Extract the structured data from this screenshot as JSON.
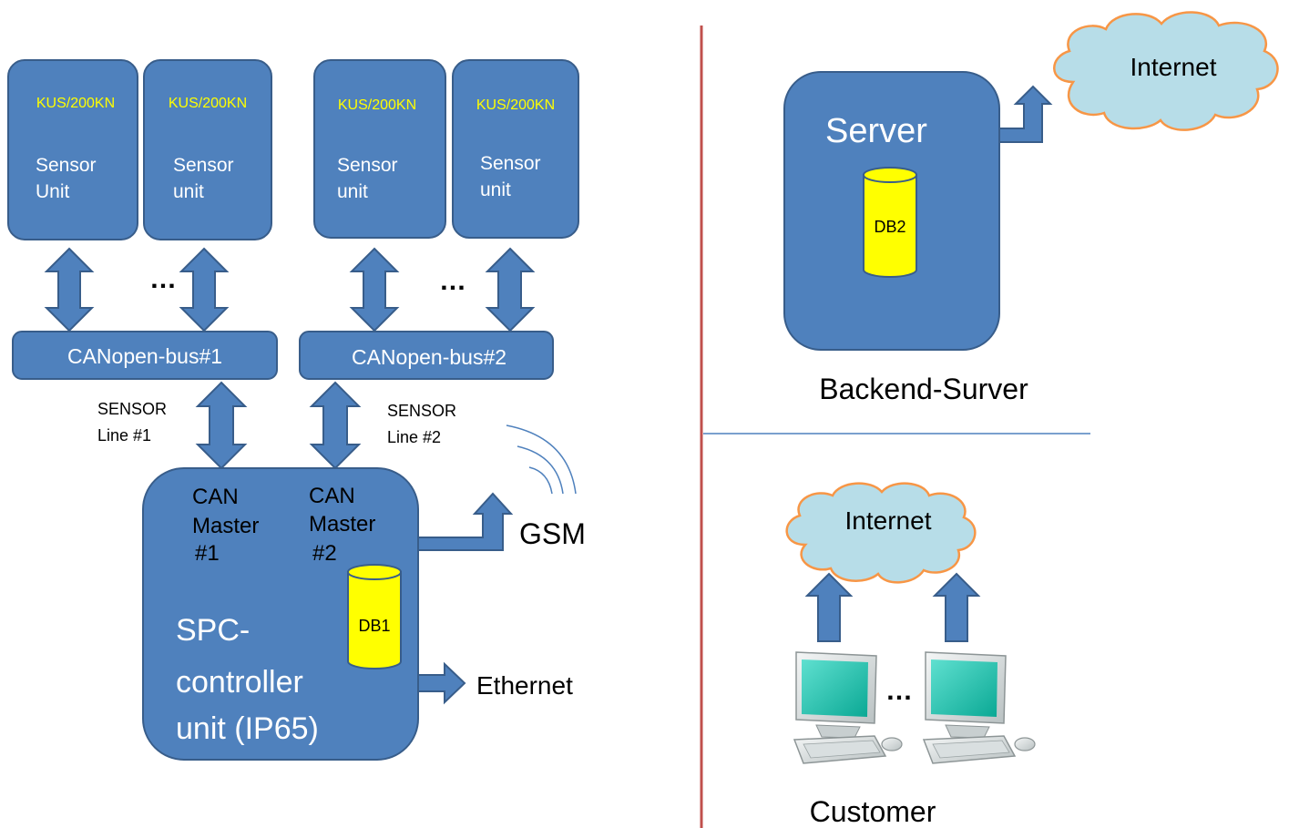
{
  "sensor_units": [
    {
      "model": "KUS/200KN",
      "line1": "Sensor",
      "line2": "Unit"
    },
    {
      "model": "KUS/200KN",
      "line1": "Sensor",
      "line2": "unit"
    },
    {
      "model": "KUS/200KN",
      "line1": "Sensor",
      "line2": "unit"
    },
    {
      "model": "KUS/200KN",
      "line1": "Sensor",
      "line2": "unit"
    }
  ],
  "ellipsis": "…",
  "buses": [
    {
      "label": "CANopen-bus#1"
    },
    {
      "label": "CANopen-bus#2"
    }
  ],
  "sensor_lines": [
    {
      "line1": "SENSOR",
      "line2": "Line #1"
    },
    {
      "line1": "SENSOR",
      "line2": "Line #2"
    }
  ],
  "controller": {
    "master1": [
      "CAN",
      "Master",
      "#1"
    ],
    "master2": [
      "CAN",
      "Master",
      "#2"
    ],
    "title": [
      "SPC-",
      "controller",
      "unit (IP65)"
    ],
    "db": "DB1"
  },
  "gsm_label": "GSM",
  "ethernet_label": "Ethernet",
  "server": {
    "title": "Server",
    "db": "DB2",
    "caption": "Backend-Surver"
  },
  "internet_top": "Internet",
  "internet_bottom": "Internet",
  "customer_label": "Customer",
  "colors": {
    "box_fill": "#4f81bd",
    "box_stroke": "#385d8a",
    "yellow_text": "#ffff00",
    "db_fill": "#ffff00",
    "cloud_fill": "#b7dde8",
    "cloud_stroke": "#f79646",
    "divider_red": "#c0504d",
    "divider_blue": "#4f81bd"
  }
}
